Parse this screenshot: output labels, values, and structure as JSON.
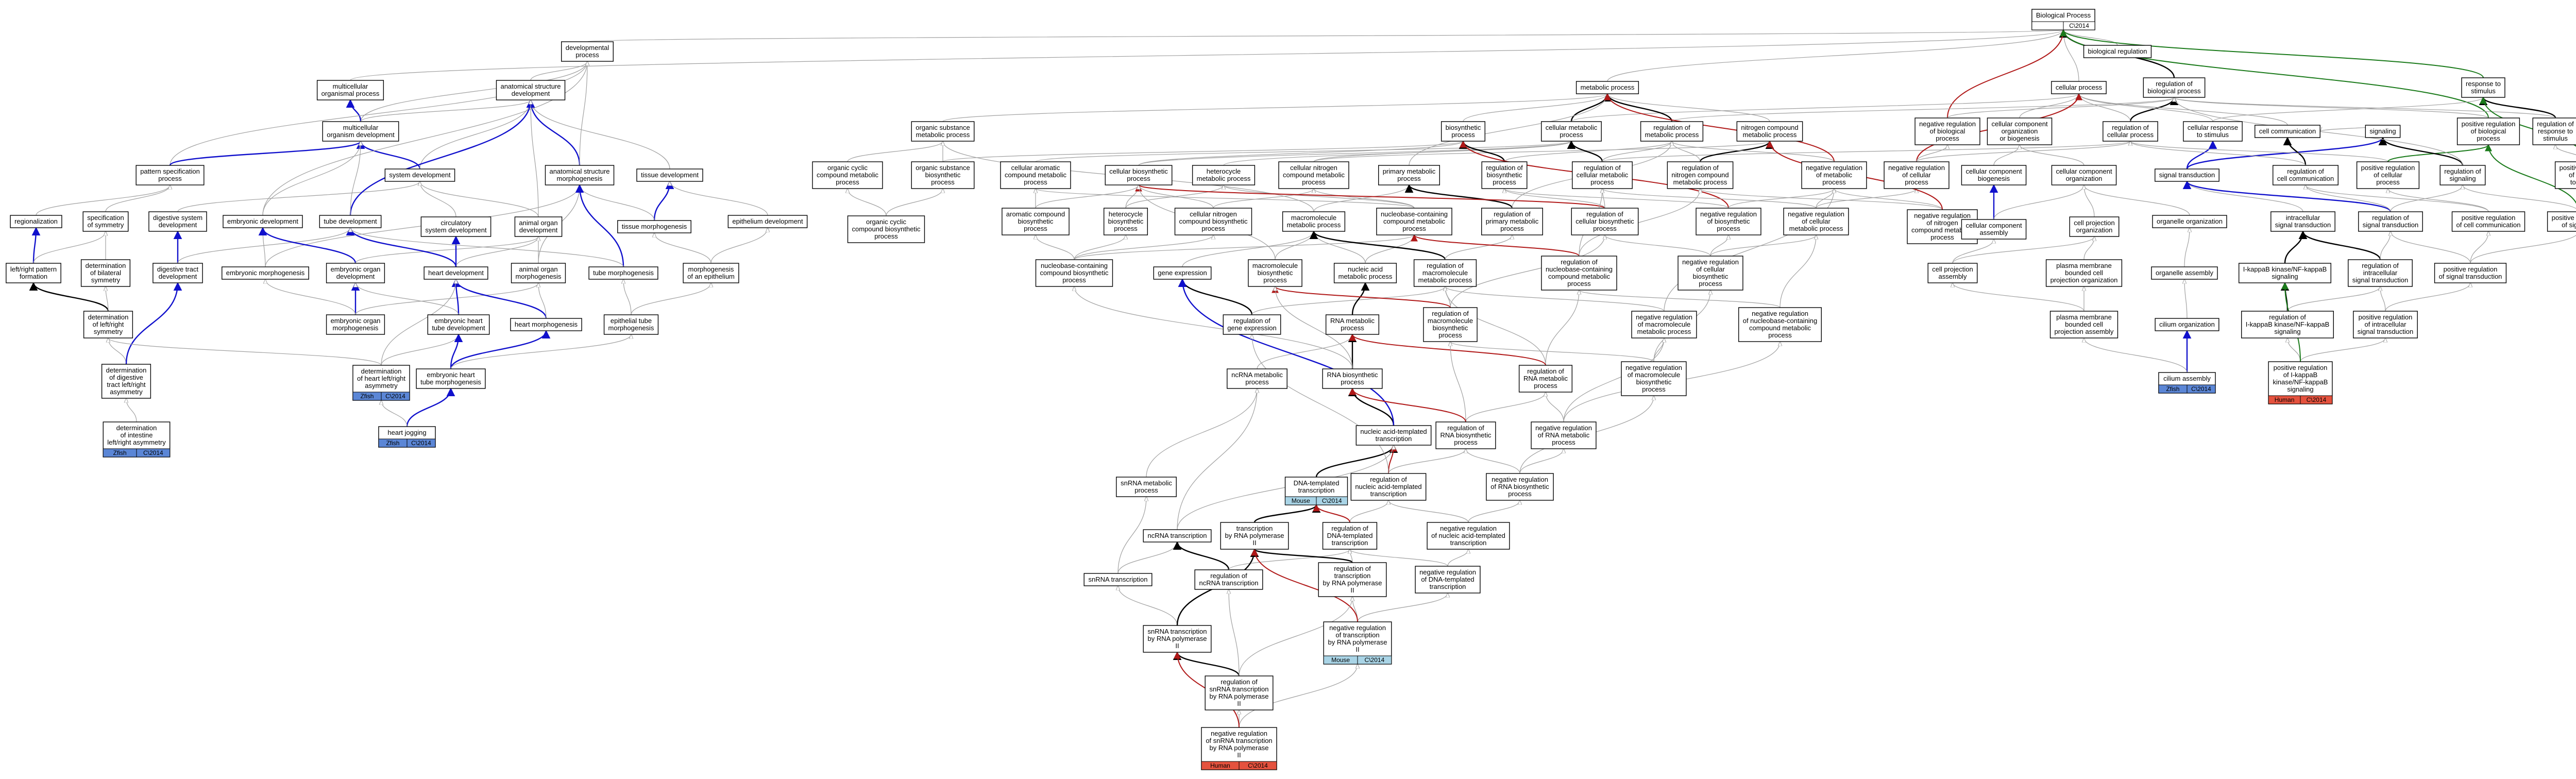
{
  "colors": {
    "annotation_blue": "#5b86d6",
    "annotation_light_blue": "#a9d4e6",
    "annotation_red": "#e5523e",
    "edge_gray": "#a0a0a0",
    "edge_blue": "#1010cc",
    "edge_red": "#b01818",
    "edge_black": "#000000",
    "edge_green": "#1a7a1a"
  },
  "nodes": [
    {
      "id": "bp",
      "lines": [
        "Biological Process"
      ],
      "ann": {
        "left": "",
        "right": "C\\2014",
        "color": "#ffffff"
      }
    },
    {
      "id": "breg",
      "lines": [
        "biological regulation"
      ]
    },
    {
      "id": "dev",
      "lines": [
        "developmental",
        "process"
      ]
    },
    {
      "id": "multi",
      "lines": [
        "multicellular",
        "organismal process"
      ]
    },
    {
      "id": "anat",
      "lines": [
        "anatomical structure",
        "development"
      ]
    },
    {
      "id": "meta",
      "lines": [
        "metabolic process"
      ]
    },
    {
      "id": "cell",
      "lines": [
        "cellular process"
      ]
    },
    {
      "id": "regbio",
      "lines": [
        "regulation of",
        "biological process"
      ]
    },
    {
      "id": "resp",
      "lines": [
        "response to",
        "stimulus"
      ]
    },
    {
      "id": "mod",
      "lines": [
        "multicellular",
        "organism development"
      ]
    },
    {
      "id": "orgsub",
      "lines": [
        "organic substance",
        "metabolic process"
      ]
    },
    {
      "id": "biosyn",
      "lines": [
        "biosynthetic",
        "process"
      ]
    },
    {
      "id": "cellmeta",
      "lines": [
        "cellular metabolic",
        "process"
      ]
    },
    {
      "id": "regmeta",
      "lines": [
        "regulation of",
        "metabolic process"
      ]
    },
    {
      "id": "nitro",
      "lines": [
        "nitrogen compound",
        "metabolic process"
      ]
    },
    {
      "id": "negbio",
      "lines": [
        "negative regulation",
        "of biological",
        "process"
      ]
    },
    {
      "id": "regcell",
      "lines": [
        "regulation of",
        "cellular process"
      ]
    },
    {
      "id": "ccob",
      "lines": [
        "cellular component",
        "organization",
        "or biogenesis"
      ]
    },
    {
      "id": "cellresp",
      "lines": [
        "cellular response",
        "to stimulus"
      ]
    },
    {
      "id": "cellcomm",
      "lines": [
        "cell communication"
      ]
    },
    {
      "id": "signaling",
      "lines": [
        "signaling"
      ]
    },
    {
      "id": "posbio",
      "lines": [
        "positive regulation",
        "of biological",
        "process"
      ]
    },
    {
      "id": "regresp",
      "lines": [
        "regulation of",
        "response to",
        "stimulus"
      ]
    },
    {
      "id": "patspec",
      "lines": [
        "pattern specification",
        "process"
      ]
    },
    {
      "id": "sysdev",
      "lines": [
        "system development"
      ]
    },
    {
      "id": "anatmorph",
      "lines": [
        "anatomical structure",
        "morphogenesis"
      ]
    },
    {
      "id": "tissuedev",
      "lines": [
        "tissue development"
      ]
    },
    {
      "id": "orgcyc",
      "lines": [
        "organic cyclic",
        "compound metabolic",
        "process"
      ]
    },
    {
      "id": "orgsubbio",
      "lines": [
        "organic substance",
        "biosynthetic",
        "process"
      ]
    },
    {
      "id": "cellarom",
      "lines": [
        "cellular aromatic",
        "compound metabolic",
        "process"
      ]
    },
    {
      "id": "cellbio",
      "lines": [
        "cellular biosynthetic",
        "process"
      ]
    },
    {
      "id": "hetero",
      "lines": [
        "heterocycle",
        "metabolic process"
      ]
    },
    {
      "id": "cellnit",
      "lines": [
        "cellular nitrogen",
        "compound metabolic",
        "process"
      ]
    },
    {
      "id": "primary",
      "lines": [
        "primary metabolic",
        "process"
      ]
    },
    {
      "id": "regbiosyn",
      "lines": [
        "regulation of",
        "biosynthetic",
        "process"
      ]
    },
    {
      "id": "regcellmeta",
      "lines": [
        "regulation of",
        "cellular metabolic",
        "process"
      ]
    },
    {
      "id": "regnitro",
      "lines": [
        "regulation of",
        "nitrogen compound",
        "metabolic process"
      ]
    },
    {
      "id": "negmeta",
      "lines": [
        "negative regulation",
        "of metabolic",
        "process"
      ]
    },
    {
      "id": "negcell",
      "lines": [
        "negative regulation",
        "of cellular",
        "process"
      ]
    },
    {
      "id": "ccorg",
      "lines": [
        "cellular component",
        "organization"
      ]
    },
    {
      "id": "ccbio",
      "lines": [
        "cellular component",
        "biogenesis"
      ]
    },
    {
      "id": "sigtrans",
      "lines": [
        "signal transduction"
      ]
    },
    {
      "id": "regcellcomm",
      "lines": [
        "regulation of",
        "cell communication"
      ]
    },
    {
      "id": "possig",
      "lines": [
        "positive regulation",
        "of cellular",
        "process"
      ]
    },
    {
      "id": "regsig",
      "lines": [
        "regulation of",
        "signaling"
      ]
    },
    {
      "id": "posresp",
      "lines": [
        "positive regulation",
        "of response",
        "to stimulus"
      ]
    },
    {
      "id": "region",
      "lines": [
        "regionalization"
      ]
    },
    {
      "id": "specsym",
      "lines": [
        "specification",
        "of symmetry"
      ]
    },
    {
      "id": "digsys",
      "lines": [
        "digestive system",
        "development"
      ]
    },
    {
      "id": "embdev",
      "lines": [
        "embryonic development"
      ]
    },
    {
      "id": "tubedev",
      "lines": [
        "tube development"
      ]
    },
    {
      "id": "circ",
      "lines": [
        "circulatory",
        "system development"
      ]
    },
    {
      "id": "animorgan",
      "lines": [
        "animal organ",
        "development"
      ]
    },
    {
      "id": "tissuemorph",
      "lines": [
        "tissue morphogenesis"
      ]
    },
    {
      "id": "epidev",
      "lines": [
        "epithelium development"
      ]
    },
    {
      "id": "orgcycbio",
      "lines": [
        "organic cyclic",
        "compound biosynthetic",
        "process"
      ]
    },
    {
      "id": "aromcomp",
      "lines": [
        "aromatic compound",
        "biosynthetic",
        "process"
      ]
    },
    {
      "id": "heterobio",
      "lines": [
        "heterocycle",
        "biosynthetic",
        "process"
      ]
    },
    {
      "id": "cellnitbio",
      "lines": [
        "cellular nitrogen",
        "compound biosynthetic",
        "process"
      ]
    },
    {
      "id": "macro",
      "lines": [
        "macromolecule",
        "metabolic process"
      ]
    },
    {
      "id": "nbcmeta",
      "lines": [
        "nucleobase-containing",
        "compound metabolic",
        "process"
      ]
    },
    {
      "id": "regprim",
      "lines": [
        "regulation of",
        "primary metabolic",
        "process"
      ]
    },
    {
      "id": "regcellbio",
      "lines": [
        "regulation of",
        "cellular biosynthetic",
        "process"
      ]
    },
    {
      "id": "negbiosyn",
      "lines": [
        "negative regulation",
        "of biosynthetic",
        "process"
      ]
    },
    {
      "id": "negcellmeta",
      "lines": [
        "negative regulation",
        "of cellular",
        "metabolic process"
      ]
    },
    {
      "id": "negnitro",
      "lines": [
        "negative regulation",
        "of nitrogen",
        "compound metabolic",
        "process"
      ]
    },
    {
      "id": "ccassembly",
      "lines": [
        "cellular component",
        "assembly"
      ]
    },
    {
      "id": "cellproj",
      "lines": [
        "cell projection",
        "organization"
      ]
    },
    {
      "id": "organelle",
      "lines": [
        "organelle organization"
      ]
    },
    {
      "id": "intracell",
      "lines": [
        "intracellular",
        "signal transduction"
      ]
    },
    {
      "id": "regsigtrans",
      "lines": [
        "regulation of",
        "signal transduction"
      ]
    },
    {
      "id": "poscellcomm",
      "lines": [
        "positive regulation",
        "of cell communication"
      ]
    },
    {
      "id": "possignaling",
      "lines": [
        "positive regulation",
        "of signaling"
      ]
    },
    {
      "id": "leftright",
      "lines": [
        "left/right pattern",
        "formation"
      ]
    },
    {
      "id": "detbilat",
      "lines": [
        "determination",
        "of bilateral",
        "symmetry"
      ]
    },
    {
      "id": "digtract",
      "lines": [
        "digestive tract",
        "development"
      ]
    },
    {
      "id": "embmorph",
      "lines": [
        "embryonic morphogenesis"
      ]
    },
    {
      "id": "emborgan",
      "lines": [
        "embryonic organ",
        "development"
      ]
    },
    {
      "id": "heartdev",
      "lines": [
        "heart development"
      ]
    },
    {
      "id": "animorganmorph",
      "lines": [
        "animal organ",
        "morphogenesis"
      ]
    },
    {
      "id": "tubemorph",
      "lines": [
        "tube morphogenesis"
      ]
    },
    {
      "id": "morphepi",
      "lines": [
        "morphogenesis",
        "of an epithelium"
      ]
    },
    {
      "id": "nbcbio",
      "lines": [
        "nucleobase-containing",
        "compound biosynthetic",
        "process"
      ]
    },
    {
      "id": "geneexp",
      "lines": [
        "gene expression"
      ]
    },
    {
      "id": "macrobio",
      "lines": [
        "macromolecule",
        "biosynthetic",
        "process"
      ]
    },
    {
      "id": "nucmeta",
      "lines": [
        "nucleic acid",
        "metabolic process"
      ]
    },
    {
      "id": "regmacro",
      "lines": [
        "regulation of",
        "macromolecule",
        "metabolic process"
      ]
    },
    {
      "id": "regnbc",
      "lines": [
        "regulation of",
        "nucleobase-containing",
        "compound metabolic",
        "process"
      ]
    },
    {
      "id": "negregcell",
      "lines": [
        "negative regulation",
        "of cellular",
        "biosynthetic",
        "process"
      ]
    },
    {
      "id": "projasm",
      "lines": [
        "cell projection",
        "assembly"
      ]
    },
    {
      "id": "plasmaorg",
      "lines": [
        "plasma membrane",
        "bounded cell",
        "projection organization"
      ]
    },
    {
      "id": "orgasm",
      "lines": [
        "organelle assembly"
      ]
    },
    {
      "id": "ikappab",
      "lines": [
        "I-kappaB kinase/NF-kappaB",
        "signaling"
      ]
    },
    {
      "id": "regintra",
      "lines": [
        "regulation of",
        "intracellular",
        "signal transduction"
      ]
    },
    {
      "id": "posregsig",
      "lines": [
        "positive regulation",
        "of signal transduction"
      ]
    },
    {
      "id": "detlr",
      "lines": [
        "determination",
        "of left/right",
        "symmetry"
      ]
    },
    {
      "id": "embmorph2",
      "lines": [
        "embryonic organ",
        "morphogenesis"
      ]
    },
    {
      "id": "embheart",
      "lines": [
        "embryonic heart",
        "tube development"
      ]
    },
    {
      "id": "heartmorph",
      "lines": [
        "heart morphogenesis"
      ]
    },
    {
      "id": "epitube",
      "lines": [
        "epithelial tube",
        "morphogenesis"
      ]
    },
    {
      "id": "reggene",
      "lines": [
        "regulation of",
        "gene expression"
      ]
    },
    {
      "id": "rnameta",
      "lines": [
        "RNA metabolic",
        "process"
      ]
    },
    {
      "id": "regmacrobio",
      "lines": [
        "regulation of",
        "macromolecule",
        "biosynthetic",
        "process"
      ]
    },
    {
      "id": "negmacro",
      "lines": [
        "negative regulation",
        "of macromolecule",
        "metabolic process"
      ]
    },
    {
      "id": "negnbc",
      "lines": [
        "negative regulation",
        "of nucleobase-containing",
        "compound metabolic",
        "process"
      ]
    },
    {
      "id": "plasmaasm",
      "lines": [
        "plasma membrane",
        "bounded cell",
        "projection assembly"
      ]
    },
    {
      "id": "cilium",
      "lines": [
        "cilium organization"
      ]
    },
    {
      "id": "regikb",
      "lines": [
        "regulation of",
        "I-kappaB kinase/NF-kappaB",
        "signaling"
      ]
    },
    {
      "id": "posintra",
      "lines": [
        "positive regulation",
        "of intracellular",
        "signal transduction"
      ]
    },
    {
      "id": "detdig",
      "lines": [
        "determination",
        "of digestive",
        "tract left/right",
        "asymmetry"
      ]
    },
    {
      "id": "detheart",
      "lines": [
        "determination",
        "of heart left/right",
        "asymmetry"
      ],
      "ann": {
        "left": "Zfish",
        "right": "C\\2014",
        "color": "#5b86d6"
      }
    },
    {
      "id": "embheartmorph",
      "lines": [
        "embryonic heart",
        "tube morphogenesis"
      ]
    },
    {
      "id": "ncrnameta",
      "lines": [
        "ncRNA metabolic",
        "process"
      ]
    },
    {
      "id": "rnabio",
      "lines": [
        "RNA biosynthetic",
        "process"
      ]
    },
    {
      "id": "regrnameta",
      "lines": [
        "regulation of",
        "RNA metabolic",
        "process"
      ]
    },
    {
      "id": "negmacrobio",
      "lines": [
        "negative regulation",
        "of macromolecule",
        "biosynthetic",
        "process"
      ]
    },
    {
      "id": "ciliumasm",
      "lines": [
        "cilium assembly"
      ],
      "ann": {
        "left": "Zfish",
        "right": "C\\2014",
        "color": "#5b86d6"
      }
    },
    {
      "id": "posregikb",
      "lines": [
        "positive regulation",
        "of I-kappaB",
        "kinase/NF-kappaB",
        "signaling"
      ],
      "ann": {
        "left": "Human",
        "right": "C\\2014",
        "color": "#e5523e"
      }
    },
    {
      "id": "detint",
      "lines": [
        "determination",
        "of intestine",
        "left/right asymmetry"
      ],
      "ann": {
        "left": "Zfish",
        "right": "C\\2014",
        "color": "#5b86d6"
      }
    },
    {
      "id": "heartjog",
      "lines": [
        "heart jogging"
      ],
      "ann": {
        "left": "Zfish",
        "right": "C\\2014",
        "color": "#5b86d6"
      }
    },
    {
      "id": "nucacid",
      "lines": [
        "nucleic acid-templated",
        "transcription"
      ]
    },
    {
      "id": "regrnabio",
      "lines": [
        "regulation of",
        "RNA biosynthetic",
        "process"
      ]
    },
    {
      "id": "negrnameta",
      "lines": [
        "negative regulation",
        "of RNA metabolic",
        "process"
      ]
    },
    {
      "id": "snrnameta",
      "lines": [
        "snRNA metabolic",
        "process"
      ]
    },
    {
      "id": "dnatemp",
      "lines": [
        "DNA-templated",
        "transcription"
      ],
      "ann": {
        "left": "Mouse",
        "right": "C\\2014",
        "color": "#a9d4e6"
      }
    },
    {
      "id": "regnucacid",
      "lines": [
        "regulation of",
        "nucleic acid-templated",
        "transcription"
      ]
    },
    {
      "id": "negrnabio",
      "lines": [
        "negative regulation",
        "of RNA biosynthetic",
        "process"
      ]
    },
    {
      "id": "ncrnatrans",
      "lines": [
        "ncRNA transcription"
      ]
    },
    {
      "id": "transpol2",
      "lines": [
        "transcription",
        "by RNA polymerase",
        "II"
      ]
    },
    {
      "id": "regdnatemp",
      "lines": [
        "regulation of",
        "DNA-templated",
        "transcription"
      ]
    },
    {
      "id": "negnucacid",
      "lines": [
        "negative regulation",
        "of nucleic acid-templated",
        "transcription"
      ]
    },
    {
      "id": "snrnatrans",
      "lines": [
        "snRNA transcription"
      ]
    },
    {
      "id": "regncrna",
      "lines": [
        "regulation of",
        "ncRNA transcription"
      ]
    },
    {
      "id": "regtranspol2",
      "lines": [
        "regulation of",
        "transcription",
        "by RNA polymerase",
        "II"
      ]
    },
    {
      "id": "negdnatemp",
      "lines": [
        "negative regulation",
        "of DNA-templated",
        "transcription"
      ]
    },
    {
      "id": "snrnapol2",
      "lines": [
        "snRNA transcription",
        "by RNA polymerase",
        "II"
      ]
    },
    {
      "id": "negtranspol2",
      "lines": [
        "negative regulation",
        "of transcription",
        "by RNA polymerase",
        "II"
      ],
      "ann": {
        "left": "Mouse",
        "right": "C\\2014",
        "color": "#a9d4e6"
      }
    },
    {
      "id": "regsnrnapol2",
      "lines": [
        "regulation of",
        "snRNA transcription",
        "by RNA polymerase",
        "II"
      ]
    },
    {
      "id": "negsnrnapol2",
      "lines": [
        "negative regulation",
        "of snRNA transcription",
        "by RNA polymerase",
        "II"
      ],
      "ann": {
        "left": "Human",
        "right": "C\\2014",
        "color": "#e5523e"
      }
    }
  ]
}
